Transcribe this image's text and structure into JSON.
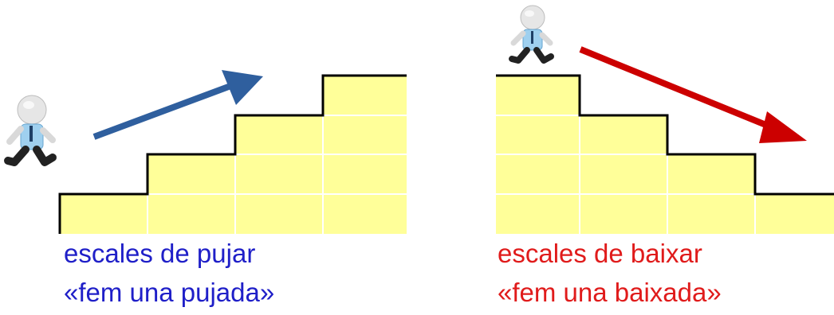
{
  "colors": {
    "step_fill": "#ffff99",
    "step_grid": "#ffffff",
    "step_outline": "#000000",
    "arrow_up": "#2f5f9e",
    "arrow_down": "#cc0000",
    "text_up": "#1f1fc8",
    "text_down": "#e01b1b",
    "text_quote_black": "#e01b1b"
  },
  "left_panel": {
    "icon": "running-person-icon",
    "arrow_icon": "arrow-up-right-icon",
    "caption_line1": "escales de pujar",
    "caption_line2_prefix": "«fem una pujada»"
  },
  "right_panel": {
    "icon": "running-person-icon",
    "arrow_icon": "arrow-down-right-icon",
    "caption_line1": "escales de baixar",
    "caption_line2_prefix": "«fem ",
    "caption_line2_highlight": "una baixada",
    "caption_line2_suffix": "»"
  }
}
